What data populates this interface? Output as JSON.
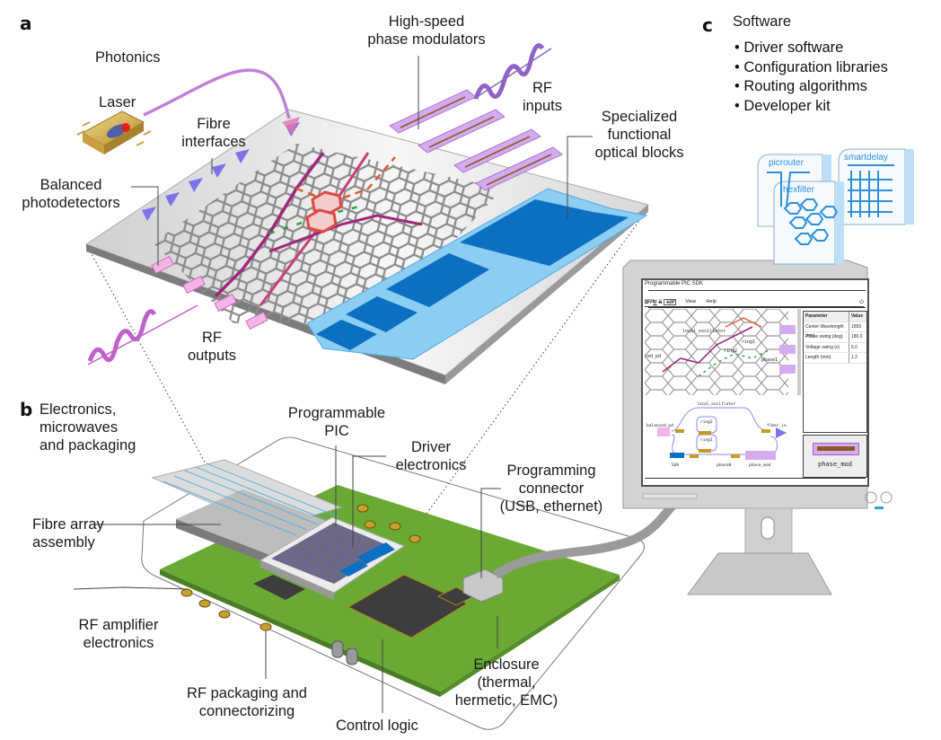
{
  "panels": {
    "a": "a",
    "b": "b",
    "c": "c"
  },
  "photonics": {
    "title": "Photonics",
    "labels": {
      "laser": "Laser",
      "fibre_interfaces": [
        "Fibre",
        "interfaces"
      ],
      "balanced_photodetectors": [
        "Balanced",
        "photodetectors"
      ],
      "phase_modulators": [
        "High-speed",
        "phase modulators"
      ],
      "rf_inputs": [
        "RF",
        "inputs"
      ],
      "functional_blocks": [
        "Specialized",
        "functional",
        "optical blocks"
      ],
      "rf_outputs": [
        "RF",
        "outputs"
      ]
    }
  },
  "electronics": {
    "title": [
      "Electronics,",
      "microwaves",
      "and packaging"
    ],
    "labels": {
      "programmable_pic": [
        "Programmable",
        "PIC"
      ],
      "driver_electronics": [
        "Driver",
        "electronics"
      ],
      "programming_connector": [
        "Programming",
        "connector",
        "(USB, ethernet)"
      ],
      "fibre_array": [
        "Fibre array",
        "assembly"
      ],
      "rf_amplifier": [
        "RF amplifier",
        "electronics"
      ],
      "rf_packaging": [
        "RF packaging and",
        "connectorizing"
      ],
      "control_logic": "Control logic",
      "enclosure": [
        "Enclosure",
        "(thermal,",
        "hermetic, EMC)"
      ]
    }
  },
  "software": {
    "title": "Software",
    "bullets": [
      "• Driver software",
      "• Configuration libraries",
      "• Routing algorithms",
      "• Developer kit"
    ],
    "modules": [
      "picrouter",
      "hexfilter",
      "smartdelay"
    ]
  },
  "sdk_window": {
    "title": "Programmable PIC SDK",
    "menu": [
      "File",
      "Edit",
      "View",
      "Help"
    ],
    "toolbar": [
      "B",
      "I",
      "U",
      "S",
      "style"
    ],
    "params_header": {
      "param": "Parameter",
      "value": "Value"
    },
    "params": [
      {
        "k": "Center Wavelength (nm)",
        "v": "1550"
      },
      {
        "k": "Phase swing (deg)",
        "v": "180.0"
      },
      {
        "k": "Voltage swing (v)",
        "v": "5.0"
      },
      {
        "k": "Length (mm)",
        "v": "1.2"
      }
    ],
    "canvas_labels": [
      "local_oscillator",
      "ring1",
      "ring2",
      "phase1",
      "ced_pd",
      "ph"
    ],
    "schematic_labels": [
      "local_oscillator",
      "ring2",
      "ring1",
      "balanced_pd",
      "fiber_in",
      "SOA",
      "phase0",
      "phase_mod"
    ],
    "preview_label": "phase_mod"
  },
  "colors": {
    "chip": "#d9d9d9",
    "pcb": "#6aaa34",
    "block_blue": "#0b6fc2",
    "block_light": "#8ccdf2",
    "modulator": "#c89ce0",
    "fibre": "#c080d8",
    "software_blue": "#2f8fd8"
  }
}
